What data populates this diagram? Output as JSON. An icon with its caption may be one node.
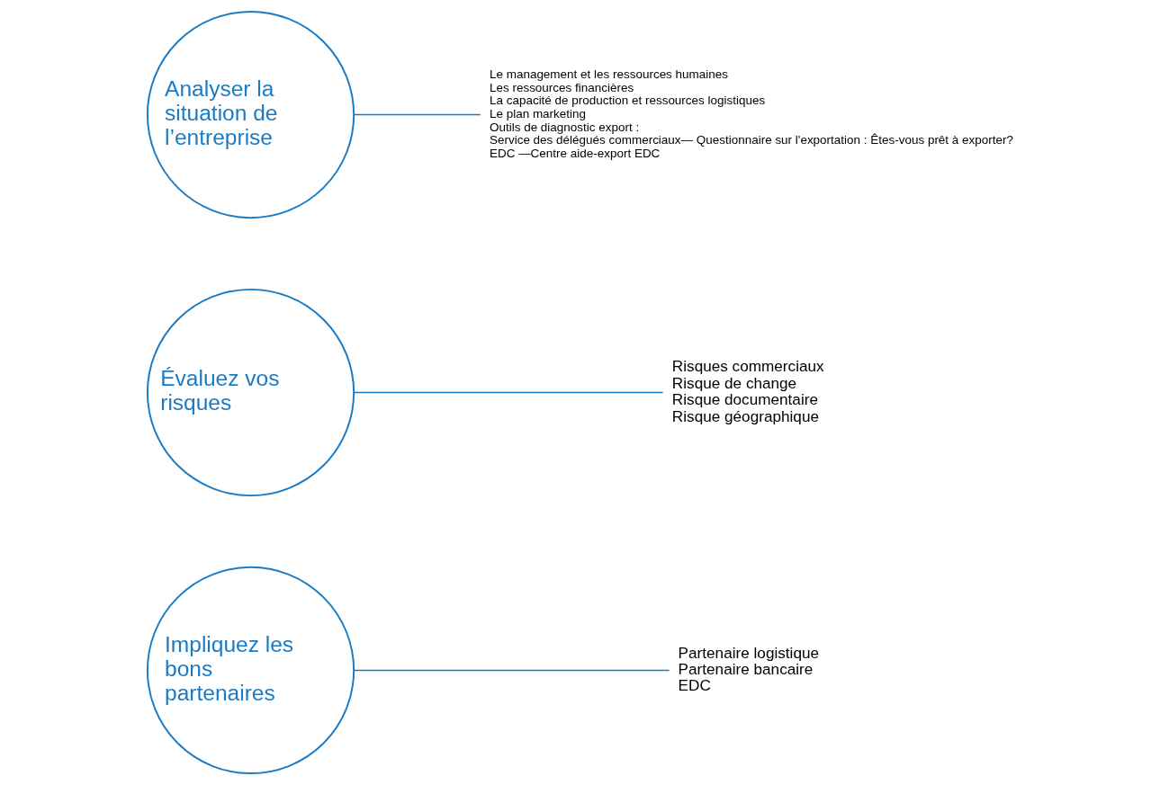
{
  "diagram": {
    "nodes": [
      {
        "text": [
          "Analyser la situation de l’entreprise"
        ]
      },
      {
        "text": [
          "Le management et les ressources humaines",
          "Les ressources financières",
          "La capacité de production et ressources logistiques",
          "Le plan marketing",
          "Outils de diagnostic export :",
          "Service des délégués commerciaux— Questionnaire sur l'exportation : Êtes-vous prêt à exporter?",
          "EDC —Centre aide-export EDC"
        ]
      },
      {
        "text": [
          "Évaluez vos risques"
        ]
      },
      {
        "text": [
          "Risques commerciaux",
          "Risque de change",
          "Risque documentaire",
          "Risque géographique"
        ]
      },
      {
        "text": [
          "Impliquez les bons partenaires"
        ]
      },
      {
        "text": [
          "Partenaire logistique",
          "Partenaire bancaire",
          "EDC"
        ]
      }
    ],
    "edges": [
      {
        "from": 0,
        "to": 1,
        "arrow": "none"
      },
      {
        "from": 2,
        "to": 3,
        "arrow": "none"
      },
      {
        "from": 4,
        "to": 5,
        "arrow": "none"
      }
    ]
  }
}
